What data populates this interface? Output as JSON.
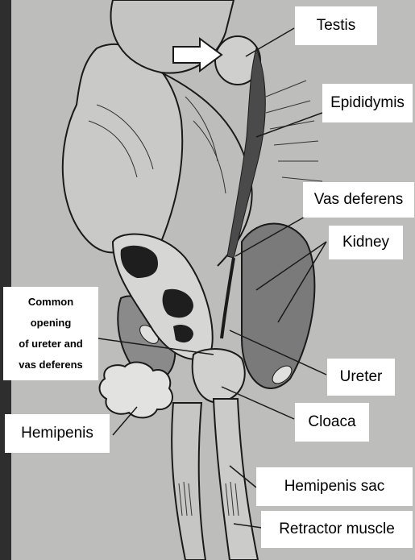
{
  "labels": {
    "testis": "Testis",
    "epididymis": "Epididymis",
    "vas_deferens": "Vas deferens",
    "kidney": "Kidney",
    "common_opening": [
      "Common",
      "opening",
      "of ureter and",
      "vas deferens"
    ],
    "ureter": "Ureter",
    "hemipenis": "Hemipenis",
    "cloaca": "Cloaca",
    "hemipenis_sac": "Hemipenis sac",
    "retractor_muscle": "Retractor muscle"
  },
  "colors": {
    "paper": "#b8b8b6",
    "ink": "#1a1a1a",
    "dark_duct": "#4a4a4a",
    "kidney_fill": "#7a7a7a",
    "label_bg": "#ffffff"
  },
  "icons": [
    "white-arrow-icon"
  ]
}
